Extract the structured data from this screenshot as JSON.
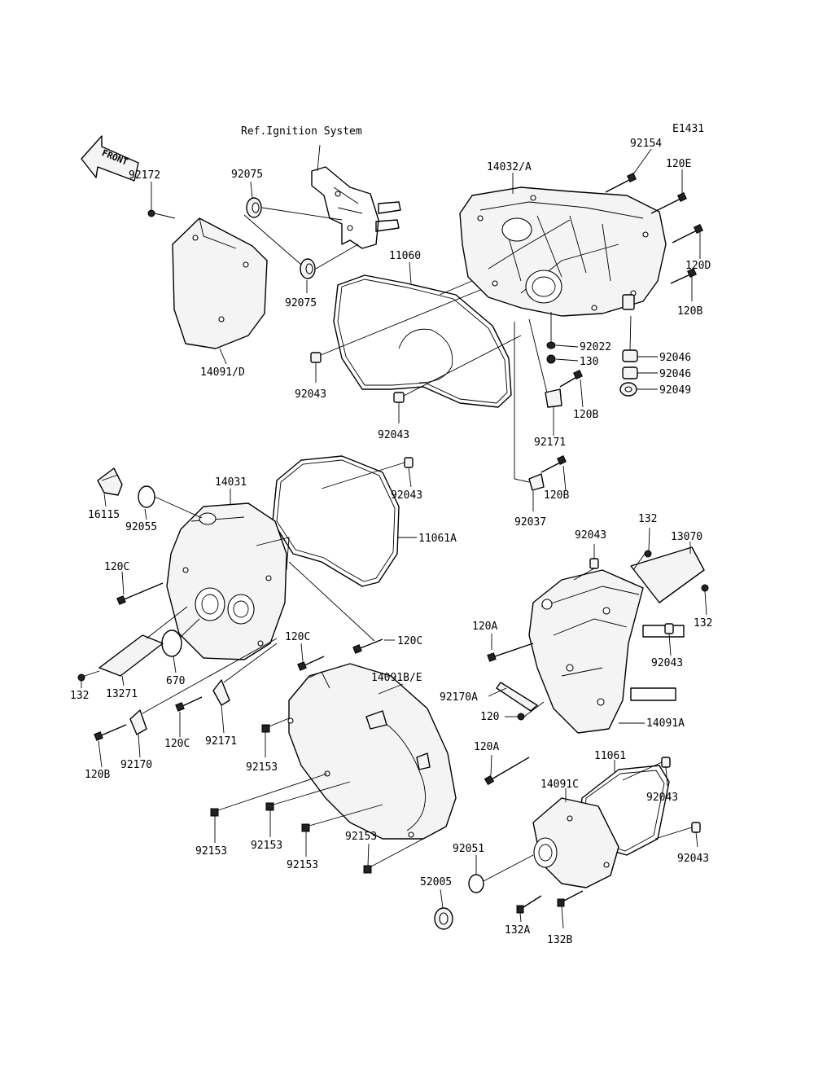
{
  "diagram_code": "E1431",
  "reference_note": "Ref.Ignition System",
  "front_arrow_label": "FRONT",
  "callouts": {
    "c92154": "92154",
    "c120E": "120E",
    "c14032A": "14032/A",
    "c92075a": "92075",
    "c92172": "92172",
    "c11060": "11060",
    "c120D": "120D",
    "c92075b": "92075",
    "c120B_r1": "120B",
    "c92022": "92022",
    "c92046a": "92046",
    "c130": "130",
    "c92046b": "92046",
    "c14091D": "14091/D",
    "c92043_a": "92043",
    "c92049": "92049",
    "c120B_r2": "120B",
    "c92043_b": "92043",
    "c92171_r": "92171",
    "c14031": "14031",
    "c92043_c": "92043",
    "c120B_r3": "120B",
    "c16115": "16115",
    "c92055": "92055",
    "c92037": "92037",
    "c11061A": "11061A",
    "c132_t": "132",
    "c92043_d": "92043",
    "c13070": "13070",
    "c120C_a": "120C",
    "c132_r": "132",
    "c120A_a": "120A",
    "c120C_b": "120C",
    "c120C_c": "120C",
    "c92043_e": "92043",
    "c132_l": "132",
    "c13271": "13271",
    "c670": "670",
    "c14091BE": "14091B/E",
    "c92170A": "92170A",
    "c120": "120",
    "c14091A": "14091A",
    "c120C_d": "120C",
    "c92171_l": "92171",
    "c120B_l": "120B",
    "c92170": "92170",
    "c92153_a": "92153",
    "c120A_b": "120A",
    "c11061": "11061",
    "c92043_f": "92043",
    "c14091C": "14091C",
    "c92153_b": "92153",
    "c92153_c": "92153",
    "c92153_d": "92153",
    "c92051": "92051",
    "c92043_g": "92043",
    "c92153_e": "92153",
    "c52005": "52005",
    "c132A": "132A",
    "c132B": "132B"
  }
}
